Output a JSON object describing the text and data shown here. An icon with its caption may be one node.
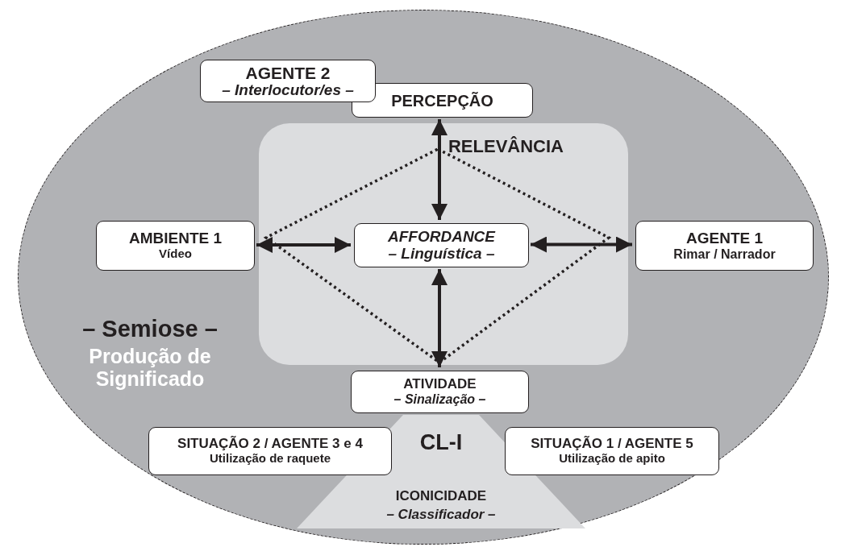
{
  "diagram": {
    "nodes": [
      {
        "text": [
          "– Semiose –",
          "Produção de Significado"
        ]
      },
      {
        "text": [
          "AGENTE 2",
          "– Interlocutor/es –"
        ],
        "in": 0
      },
      {
        "text": [
          "PERCEPÇÃO"
        ],
        "in": 0
      },
      {
        "text": [
          "RELEVÂNCIA"
        ],
        "in": 0
      },
      {
        "text": [
          "AMBIENTE 1",
          "Vídeo"
        ],
        "in": 0
      },
      {
        "text": [
          "AFFORDANCE",
          "– Linguística –"
        ],
        "in": 3
      },
      {
        "text": [
          "AGENTE 1",
          "Rimar / Narrador"
        ],
        "in": 0
      },
      {
        "text": [
          "ATIVIDADE",
          "– Sinalização –"
        ],
        "in": 0
      },
      {
        "text": [
          "CL-I",
          "ICONICIDADE",
          "– Classificador –"
        ],
        "in": 0
      },
      {
        "text": [
          "SITUAÇÃO 2 / AGENTE 3 e 4",
          "Utilização de raquete"
        ],
        "in": 0
      },
      {
        "text": [
          "SITUAÇÃO 1 / AGENTE 5",
          "Utilização de apito"
        ],
        "in": 0
      }
    ],
    "edges": [
      {
        "from": 5,
        "to": 2,
        "arrow": "both"
      },
      {
        "from": 4,
        "to": 5,
        "arrow": "both"
      },
      {
        "from": 5,
        "to": 6,
        "arrow": "both"
      },
      {
        "from": 5,
        "to": 7,
        "arrow": "both"
      }
    ]
  }
}
